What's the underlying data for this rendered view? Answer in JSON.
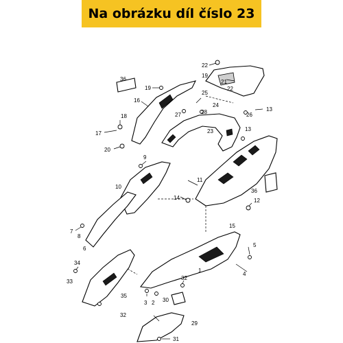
{
  "banner": {
    "title": "Na obrázku díl číslo 23"
  },
  "callouts": [
    {
      "id": "c22a",
      "text": "22"
    },
    {
      "id": "c19a",
      "text": "19"
    },
    {
      "id": "c21",
      "text": "21"
    },
    {
      "id": "c22b",
      "text": "22"
    },
    {
      "id": "c36a",
      "text": "36"
    },
    {
      "id": "c19b",
      "text": "19"
    },
    {
      "id": "c16",
      "text": "16"
    },
    {
      "id": "c25",
      "text": "25"
    },
    {
      "id": "c24",
      "text": "24"
    },
    {
      "id": "c28",
      "text": "28"
    },
    {
      "id": "c27",
      "text": "27"
    },
    {
      "id": "c26",
      "text": "26"
    },
    {
      "id": "c13a",
      "text": "13"
    },
    {
      "id": "c18",
      "text": "18"
    },
    {
      "id": "c17",
      "text": "17"
    },
    {
      "id": "c13b",
      "text": "13"
    },
    {
      "id": "c23",
      "text": "23"
    },
    {
      "id": "c20",
      "text": "20"
    },
    {
      "id": "c9",
      "text": "9"
    },
    {
      "id": "c10",
      "text": "10"
    },
    {
      "id": "c11",
      "text": "11"
    },
    {
      "id": "c36b",
      "text": "36"
    },
    {
      "id": "c14",
      "text": "14"
    },
    {
      "id": "c12",
      "text": "12"
    },
    {
      "id": "c15",
      "text": "15"
    },
    {
      "id": "c7",
      "text": "7"
    },
    {
      "id": "c8",
      "text": "8"
    },
    {
      "id": "c6",
      "text": "6"
    },
    {
      "id": "c5",
      "text": "5"
    },
    {
      "id": "c34",
      "text": "34"
    },
    {
      "id": "c1",
      "text": "1"
    },
    {
      "id": "c4",
      "text": "4"
    },
    {
      "id": "c33",
      "text": "33"
    },
    {
      "id": "c32a",
      "text": "32"
    },
    {
      "id": "c35",
      "text": "35"
    },
    {
      "id": "c3",
      "text": "3"
    },
    {
      "id": "c2",
      "text": "2"
    },
    {
      "id": "c30",
      "text": "30"
    },
    {
      "id": "c32b",
      "text": "32"
    },
    {
      "id": "c29",
      "text": "29"
    },
    {
      "id": "c31",
      "text": "31"
    }
  ]
}
